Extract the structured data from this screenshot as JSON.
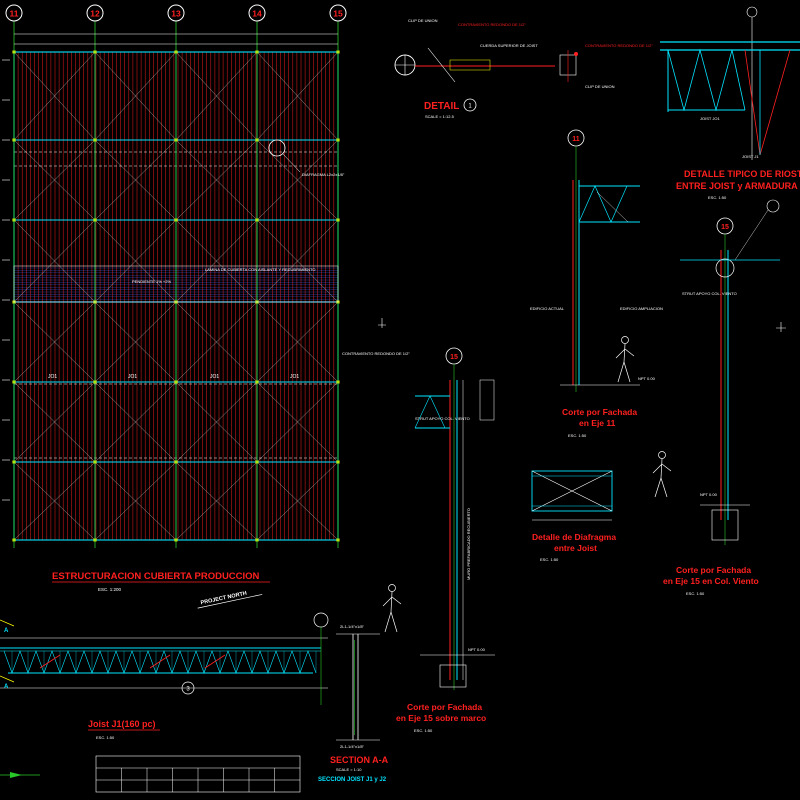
{
  "grid_axes": [
    "11",
    "12",
    "13",
    "14",
    "15"
  ],
  "plan": {
    "title": "ESTRUCTURACION CUBIERTA PRODUCCION",
    "scale": "ESC. 1:200",
    "north": "PROJECT NORTH",
    "skylight_note": "PENDIENTE 1% +2%",
    "sheet_note": "LAMINA DE CUBIERTA CON AISLANTE Y RECUBRIMIENTO",
    "brace_note": "CONTRAVIENTO REDONDO DE 1/2\"",
    "diaphragm_note": "DIAFRAGMA L2x2x1/8\"",
    "joist_labels": [
      "JO1",
      "JO1",
      "JO1",
      "JO1"
    ]
  },
  "detail1": {
    "title": "DETAIL",
    "scale": "SCALE = 1:12.5",
    "number": "1",
    "labels": [
      "CLIP DE UNION",
      "CONTRAVIENTO REDONDO DE 1/2\"",
      "CUERDA SUPERIOR DE JOIST",
      "CONTRAVIENTO REDONDO DE 1/2\"",
      "CLIP DE UNION"
    ]
  },
  "detail_typical": {
    "title_line1": "DETALLE TIPICO DE RIOSTRA",
    "title_line2": "ENTRE JOIST y ARMADURA",
    "scale": "ESC. 1:50",
    "labels": [
      "JOIST JO1",
      "JOIST J1"
    ]
  },
  "section11": {
    "axis": "11",
    "title_line1": "Corte por Fachada",
    "title_line2": "en Eje 11",
    "scale": "ESC. 1:50",
    "labels": [
      "EDIFICIO ACTUAL",
      "EDIFICIO AMPLIACION",
      "NPT 0.00"
    ]
  },
  "section15_wind": {
    "axis": "15",
    "title_line1": "Corte por Fachada",
    "title_line2": "en Eje 15 en Col. Viento",
    "scale": "ESC. 1:50",
    "labels": [
      "STRUT APOYO COL. VIENTO",
      "NPT 0.00"
    ]
  },
  "diaphragm": {
    "title_line1": "Detalle de Diafragma",
    "title_line2": "entre Joist",
    "scale": "ESC. 1:50"
  },
  "section15_frame": {
    "axis": "15",
    "title_line1": "Corte por Fachada",
    "title_line2": "en Eje 15 sobre marco",
    "scale": "ESC. 1:50",
    "labels": [
      "STRUT APOYO COL. VIENTO",
      "NPT 0.00",
      "MURO PREFABRICADO RECUBIERTO"
    ]
  },
  "joist": {
    "title": "Joist J1(160 pc)",
    "scale": "ESC. 1:50",
    "callout": "3",
    "marker": "A"
  },
  "section_aa": {
    "title": "SECTION A-A",
    "subtitle": "SECCION JOIST J1 y J2",
    "scale": "SCALE = 1:10",
    "top_label": "2L1-1/4\"x1/8\"",
    "bottom_label": "2L1-1/4\"x1/8\""
  },
  "table": {
    "rows": 3,
    "cols": 8
  },
  "colors": {
    "red": "#ff2020",
    "cyan": "#00e5ff",
    "green": "#28c828",
    "yellow": "#ffff00",
    "white": "#ffffff",
    "magenta": "#ff40ff",
    "blue": "#4060ff"
  }
}
